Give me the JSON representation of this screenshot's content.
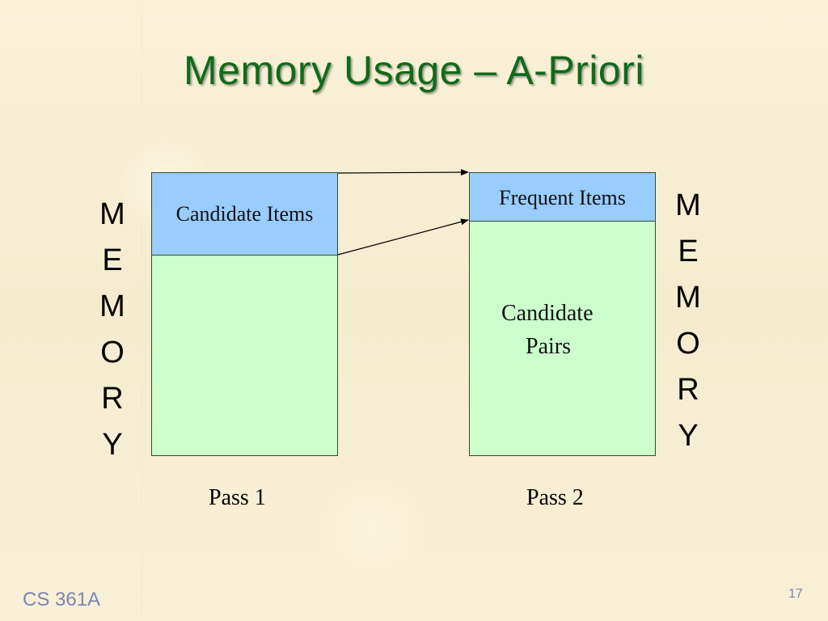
{
  "slide": {
    "title": "Memory Usage – A-Priori",
    "footer": "CS 361A",
    "page_number": "17"
  },
  "diagram": {
    "memory_label_left": [
      "M",
      "E",
      "M",
      "O",
      "R",
      "Y"
    ],
    "memory_label_right": [
      "M",
      "E",
      "M",
      "O",
      "R",
      "Y"
    ],
    "pass1": {
      "top_block": "Candidate Items",
      "label": "Pass 1"
    },
    "pass2": {
      "top_block": "Frequent Items",
      "body_line1": "Candidate",
      "body_line2": "Pairs",
      "label": "Pass 2"
    },
    "colors": {
      "title": "#0f6b1a",
      "top_block_fill": "#99ccff",
      "body_fill": "#ccffcc",
      "footer_text": "#7a86b8",
      "background": "#f7efd2"
    }
  }
}
